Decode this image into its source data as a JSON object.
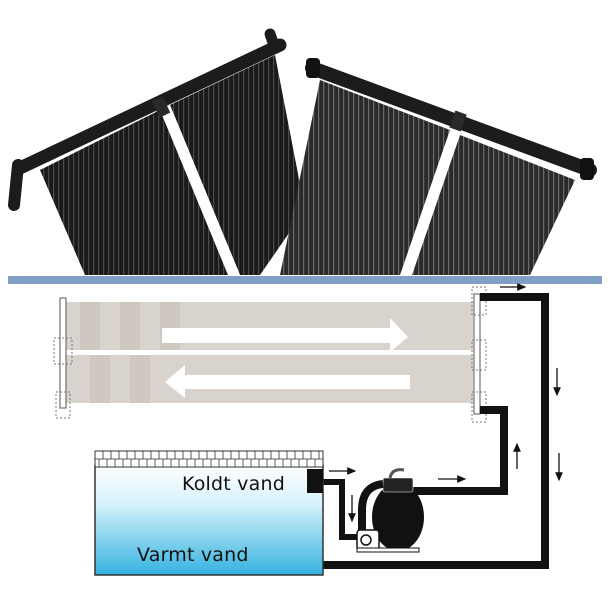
{
  "diagram": {
    "type": "solar-pool-heater-installation",
    "top_section": {
      "description": "Two pairs of black solar collector panels with header pipes",
      "panel_count": 4,
      "panel_color": "#1e1e1e",
      "divider_color": "#7f9fc4"
    },
    "flow_section": {
      "description": "Top view of solar panel with water flow arrows",
      "panel_color": "#d8d2cc",
      "arrows": [
        {
          "direction": "right",
          "label": ""
        },
        {
          "direction": "left",
          "label": ""
        }
      ]
    },
    "pool": {
      "cold_water_label": "Koldt vand",
      "warm_water_label": "Varmt vand",
      "water_top_color": "#ffffff",
      "water_bottom_color": "#3bb6e2"
    },
    "pump": {
      "description": "Sand filter pump",
      "color": "#111111"
    },
    "pipes": {
      "color": "#111111"
    }
  }
}
